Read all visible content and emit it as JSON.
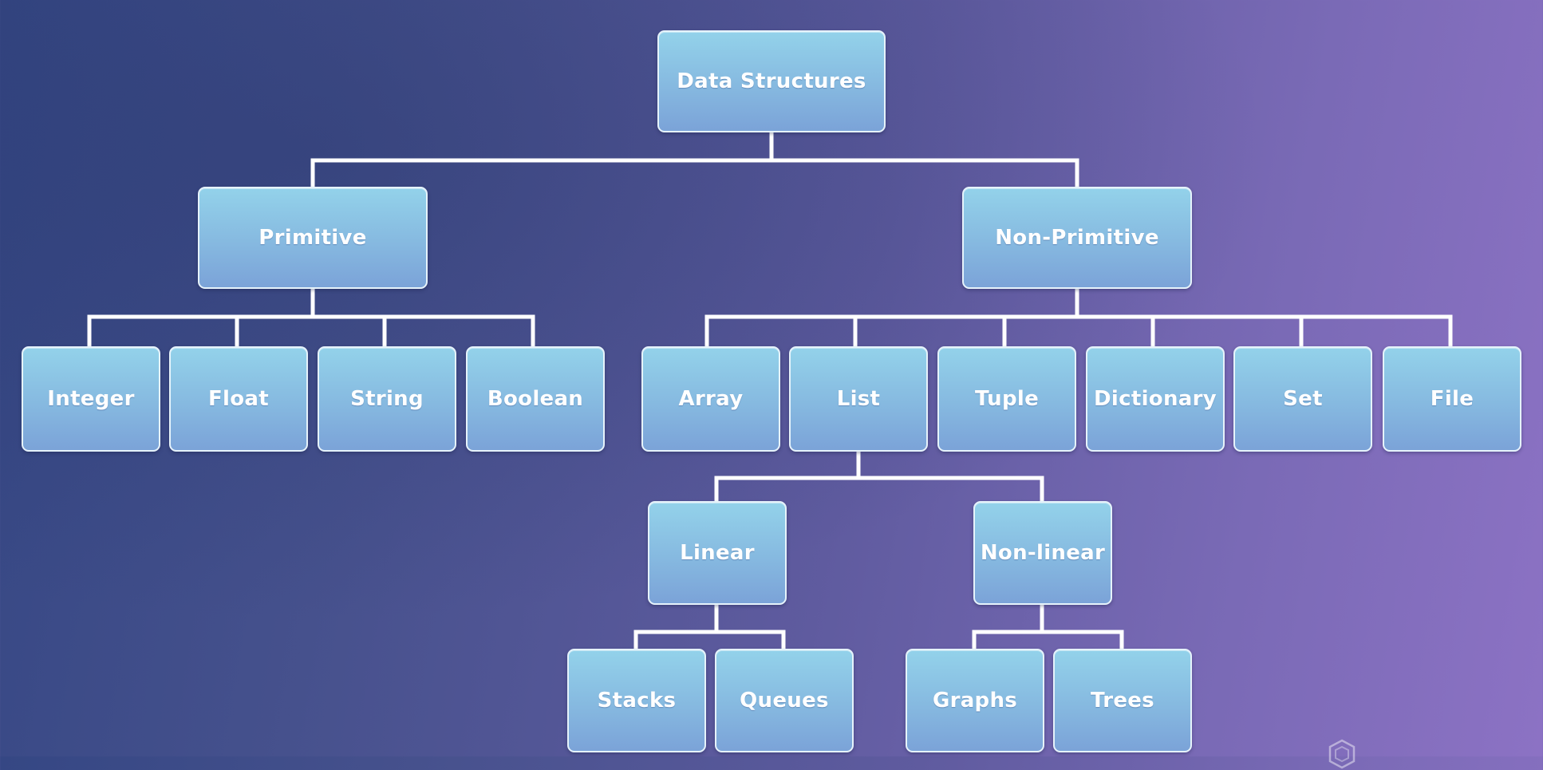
{
  "diagram": {
    "type": "tree",
    "root": "Data Structures",
    "nodes": {
      "root": "Data Structures",
      "primitive": "Primitive",
      "non_primitive": "Non-Primitive",
      "integer": "Integer",
      "float": "Float",
      "string": "String",
      "boolean": "Boolean",
      "array": "Array",
      "list": "List",
      "tuple": "Tuple",
      "dictionary": "Dictionary",
      "set": "Set",
      "file": "File",
      "linear": "Linear",
      "non_linear": "Non-linear",
      "stacks": "Stacks",
      "queues": "Queues",
      "graphs": "Graphs",
      "trees": "Trees"
    },
    "edges": [
      [
        "Data Structures",
        "Primitive"
      ],
      [
        "Data Structures",
        "Non-Primitive"
      ],
      [
        "Primitive",
        "Integer"
      ],
      [
        "Primitive",
        "Float"
      ],
      [
        "Primitive",
        "String"
      ],
      [
        "Primitive",
        "Boolean"
      ],
      [
        "Non-Primitive",
        "Array"
      ],
      [
        "Non-Primitive",
        "List"
      ],
      [
        "Non-Primitive",
        "Tuple"
      ],
      [
        "Non-Primitive",
        "Dictionary"
      ],
      [
        "Non-Primitive",
        "Set"
      ],
      [
        "Non-Primitive",
        "File"
      ],
      [
        "List",
        "Linear"
      ],
      [
        "List",
        "Non-linear"
      ],
      [
        "Linear",
        "Stacks"
      ],
      [
        "Linear",
        "Queues"
      ],
      [
        "Non-linear",
        "Graphs"
      ],
      [
        "Non-linear",
        "Trees"
      ]
    ]
  },
  "colors": {
    "node_fill_top": "#93d2ea",
    "node_fill_bottom": "#7ba3d8",
    "node_border": "#e6f3fb",
    "connector": "#ffffff",
    "background_left": "#354784",
    "background_right": "#8c72c4"
  },
  "watermark": {
    "icon": "logo-mark-icon"
  }
}
